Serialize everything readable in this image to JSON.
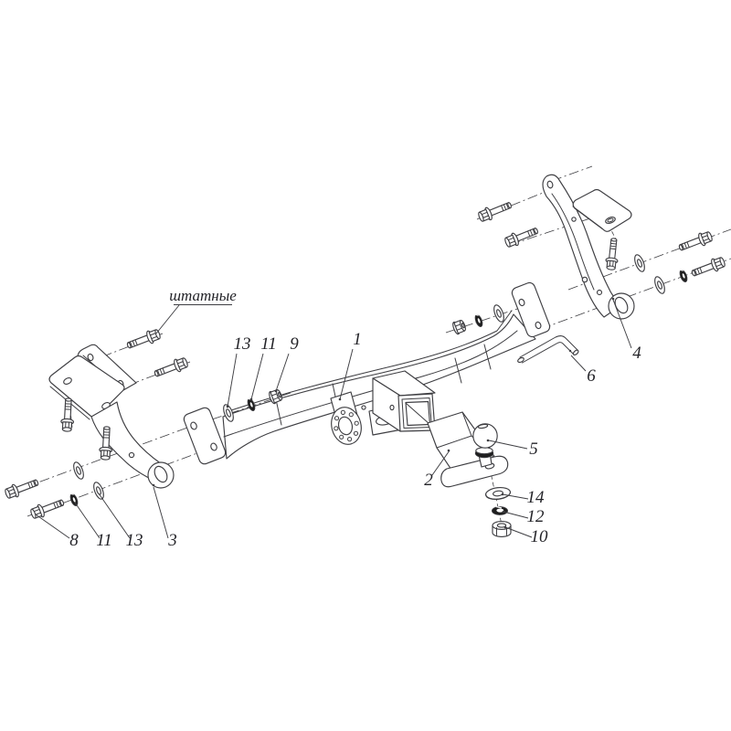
{
  "meta": {
    "background": "#ffffff",
    "line_color": "#3e3e42",
    "label_color": "#232328",
    "dark_fill": "#1e1e1e",
    "diagram_type": "exploded-parts-diagram"
  },
  "note": {
    "text": "штатные"
  },
  "callouts": [
    {
      "text": "13"
    },
    {
      "text": "11"
    },
    {
      "text": "9"
    },
    {
      "text": "1"
    },
    {
      "text": "4"
    },
    {
      "text": "6"
    },
    {
      "text": "5"
    },
    {
      "text": "2"
    },
    {
      "text": "14"
    },
    {
      "text": "12"
    },
    {
      "text": "10"
    },
    {
      "text": "8"
    },
    {
      "text": "11"
    },
    {
      "text": "13"
    },
    {
      "text": "3"
    }
  ]
}
